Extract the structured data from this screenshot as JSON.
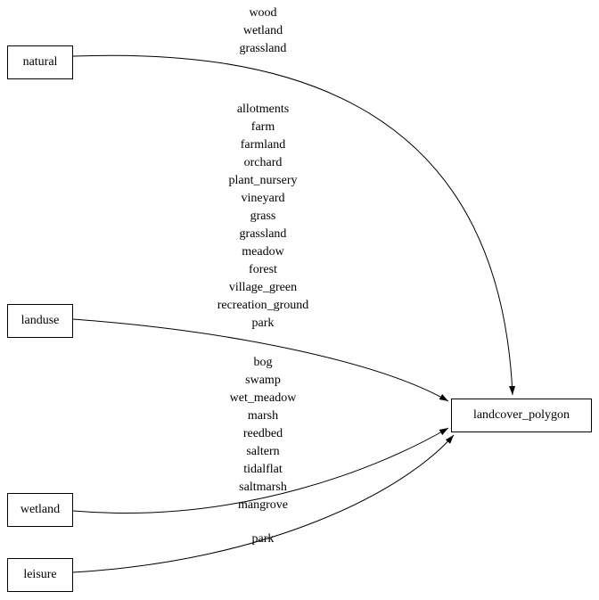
{
  "diagram": {
    "title": "landcover polygon mapping graph",
    "nodes": {
      "natural": {
        "label": "natural"
      },
      "landuse": {
        "label": "landuse"
      },
      "wetland": {
        "label": "wetland"
      },
      "leisure": {
        "label": "leisure"
      },
      "landcover_polygon": {
        "label": "landcover_polygon"
      }
    },
    "edge_labels": {
      "natural": [
        "wood",
        "wetland",
        "grassland"
      ],
      "landuse": [
        "allotments",
        "farm",
        "farmland",
        "orchard",
        "plant_nursery",
        "vineyard",
        "grass",
        "grassland",
        "meadow",
        "forest",
        "village_green",
        "recreation_ground",
        "park"
      ],
      "wetland": [
        "bog",
        "swamp",
        "wet_meadow",
        "marsh",
        "reedbed",
        "saltern",
        "tidalflat",
        "saltmarsh",
        "mangrove"
      ],
      "leisure": [
        "park"
      ]
    },
    "colors": {
      "background": "#ffffff",
      "node_border": "#000000",
      "edge": "#000000",
      "text": "#000000"
    }
  }
}
